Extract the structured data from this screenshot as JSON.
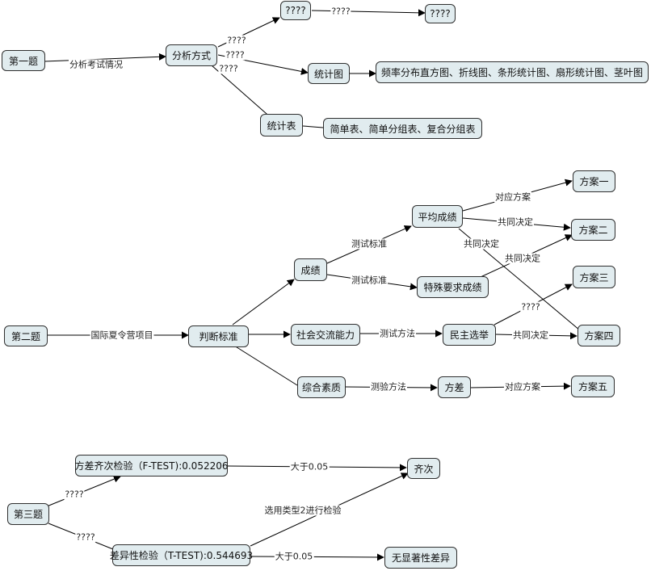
{
  "nodes": {
    "q1": "第一题",
    "q1_method": "分析方式",
    "q1_unknown_a": "????",
    "q1_unknown_b": "????",
    "q1_chart": "统计图",
    "q1_chart_types": "频率分布直方图、折线图、条形统计图、扇形统计图、茎叶图",
    "q1_table": "统计表",
    "q1_table_types": "简单表、简单分组表、复合分组表",
    "q2": "第二题",
    "q2_criteria": "判断标准",
    "q2_score": "成绩",
    "q2_avg": "平均成绩",
    "q2_special": "特殊要求成绩",
    "q2_social": "社会交流能力",
    "q2_election": "民主选举",
    "q2_overall": "综合素质",
    "q2_variance": "方差",
    "plan1": "方案一",
    "plan2": "方案二",
    "plan3": "方案三",
    "plan4": "方案四",
    "plan5": "方案五",
    "q3": "第三题",
    "q3_ftest": "方差齐次检验（F-TEST):0.052206",
    "q3_ttest": "差异性检验（T-TEST):0.544693",
    "q3_homo": "齐次",
    "q3_nosig": "无显著性差异"
  },
  "labels": {
    "q1_to_method": "分析考试情况",
    "q1_m1": "????",
    "q1_m2": "????",
    "q1_m3": "????",
    "q1_unknown_link": "????",
    "q2_to_criteria": "国际夏令营项目",
    "score_to_avg": "测试标准",
    "score_to_special": "测试标准",
    "avg_to_plan1": "对应方案",
    "avg_to_plan2": "共同决定",
    "avg_to_plan4": "共同决定",
    "special_to_plan2": "共同决定",
    "social_to_election": "测试方法",
    "election_to_plan3": "????",
    "election_to_plan4": "共同决定",
    "overall_to_variance": "测验方法",
    "variance_to_plan5": "对应方案",
    "q3_to_ftest": "????",
    "q3_to_ttest": "????",
    "ftest_to_homo": "大于0.05",
    "ttest_to_homo": "选用类型2进行检验",
    "ttest_to_nosig": "大于0.05"
  }
}
